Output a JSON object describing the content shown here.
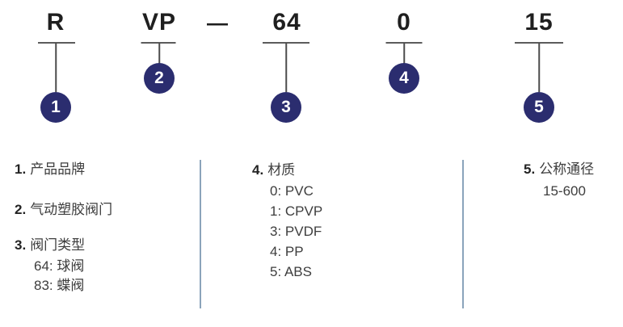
{
  "diagram": {
    "code_parts": [
      {
        "label": "R",
        "badge": "1"
      },
      {
        "label": "VP",
        "badge": "2"
      },
      {
        "label": "—",
        "badge": null
      },
      {
        "label": "64",
        "badge": "3"
      },
      {
        "label": "0",
        "badge": "4"
      },
      {
        "label": "15",
        "badge": "5"
      }
    ],
    "legend": {
      "item1": {
        "num": "1.",
        "title": "产品品牌"
      },
      "item2": {
        "num": "2.",
        "title": "气动塑胶阀门"
      },
      "item3": {
        "num": "3.",
        "title": "阀门类型",
        "options": [
          "64: 球阀",
          "83: 蝶阀"
        ]
      },
      "item4": {
        "num": "4.",
        "title": "材质",
        "options": [
          "0: PVC",
          "1: CPVP",
          "3: PVDF",
          "4: PP",
          "5: ABS"
        ]
      },
      "item5": {
        "num": "5.",
        "title": "公称通径",
        "options": [
          "15-600"
        ]
      }
    }
  },
  "colors": {
    "badge-bg": "#2b2d6f",
    "badge-text": "#ffffff",
    "divider": "#8ba4bb",
    "code-text": "#1f1f1f",
    "legend-text": "#3d3d3d"
  }
}
